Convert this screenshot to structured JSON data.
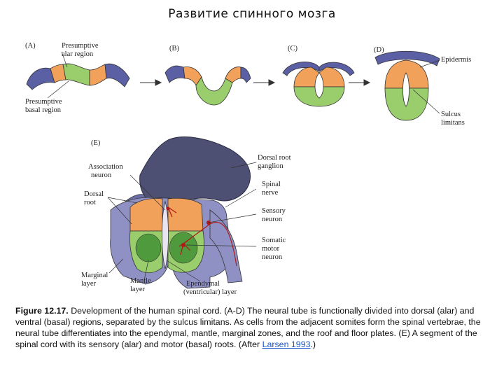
{
  "title": "Развитие спинного мозга",
  "panels": {
    "a": "(A)",
    "b": "(B)",
    "c": "(C)",
    "d": "(D)",
    "e": "(E)"
  },
  "labels": {
    "presumptive_alar_1": "Presumptive",
    "presumptive_alar_2": "alar region",
    "presumptive_basal_1": "Presumptive",
    "presumptive_basal_2": "basal region",
    "epidermis": "Epidermis",
    "sulcus_1": "Sulcus",
    "sulcus_2": "limitans",
    "association_1": "Association",
    "association_2": "neuron",
    "dorsal_root_1": "Dorsal",
    "dorsal_root_2": "root",
    "drg_1": "Dorsal root",
    "drg_2": "ganglion",
    "spinal_nerve_1": "Spinal",
    "spinal_nerve_2": "nerve",
    "sensory_1": "Sensory",
    "sensory_2": "neuron",
    "somatic_1": "Somatic",
    "somatic_2": "motor",
    "somatic_3": "neuron",
    "marginal_1": "Marginal",
    "marginal_2": "layer",
    "mantle_1": "Mantle",
    "mantle_2": "layer",
    "ependymal_1": "Ependymal",
    "ependymal_2": "(ventricular) layer"
  },
  "caption": {
    "fig_label": "Figure 12.17.",
    "text": " Development of the human spinal cord. (A-D) The neural tube is functionally divided into dorsal (alar) and ventral (basal) regions, separated by the sulcus limitans. As cells from the adjacent somites form the spinal vertebrae, the neural tube differentiates into the ependymal, mantle, marginal zones, and the roof and floor plates. (E) A segment of the spinal cord with its sensory (alar) and motor (basal) roots. (After ",
    "link_text": "Larsen 1993",
    "after": ".)"
  },
  "colors": {
    "alar": "#f2a15a",
    "basal": "#9acd6b",
    "epidermis": "#5b5fa3",
    "ganglion": "#4d4f73",
    "outline": "#333333",
    "link": "#1a55c9"
  }
}
